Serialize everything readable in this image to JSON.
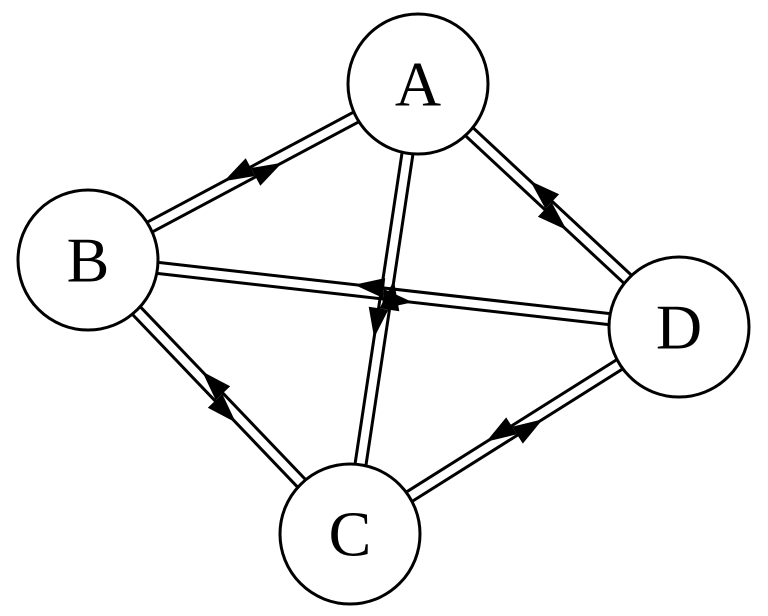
{
  "graph": {
    "nodes": [
      {
        "id": "A",
        "label": "A"
      },
      {
        "id": "B",
        "label": "B"
      },
      {
        "id": "C",
        "label": "C"
      },
      {
        "id": "D",
        "label": "D"
      }
    ],
    "edges": [
      {
        "from": "B",
        "to": "A"
      },
      {
        "from": "A",
        "to": "B"
      },
      {
        "from": "A",
        "to": "D"
      },
      {
        "from": "D",
        "to": "A"
      },
      {
        "from": "B",
        "to": "D"
      },
      {
        "from": "D",
        "to": "B"
      },
      {
        "from": "A",
        "to": "C"
      },
      {
        "from": "C",
        "to": "A"
      },
      {
        "from": "B",
        "to": "C"
      },
      {
        "from": "C",
        "to": "B"
      },
      {
        "from": "D",
        "to": "C"
      },
      {
        "from": "C",
        "to": "D"
      }
    ]
  },
  "colors": {
    "stroke": "#000000",
    "fill": "#ffffff"
  }
}
